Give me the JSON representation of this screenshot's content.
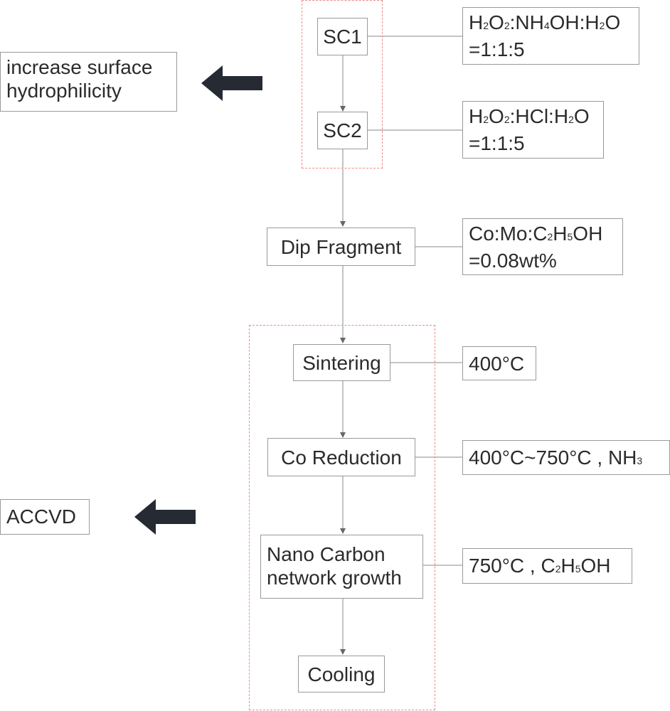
{
  "steps": {
    "sc1": "SC1",
    "sc2": "SC2",
    "dip": "Dip Fragment",
    "sintering": "Sintering",
    "co_reduction": "Co Reduction",
    "nano_line1": "Nano Carbon",
    "nano_line2": "network growth",
    "cooling": "Cooling"
  },
  "conditions": {
    "sc1_line1": {
      "a": "H",
      "b": "2",
      "c": "O",
      "d": "2",
      "e": ":NH",
      "f": "4",
      "g": "OH:H",
      "h": "2",
      "i": "O"
    },
    "sc1_line2": "=1:1:5",
    "sc2_line1": {
      "a": "H",
      "b": "2",
      "c": "O",
      "d": "2",
      "e": ":HCl:H",
      "f": "2",
      "g": "O"
    },
    "sc2_line2": "=1:1:5",
    "dip_line1": {
      "a": "Co:Mo:C",
      "b": "2",
      "c": "H",
      "d": "5",
      "e": "OH"
    },
    "dip_line2": "=0.08wt%",
    "sintering": "400°C",
    "co_reduction": {
      "a": "400°C~750°C , NH",
      "b": "3"
    },
    "nano": {
      "a": "750°C , C",
      "b": "2",
      "c": "H",
      "d": "5",
      "e": "OH"
    }
  },
  "side_labels": {
    "surface_line1": "increase surface",
    "surface_line2": "hydrophilicity",
    "accvd": "ACCVD"
  },
  "colors": {
    "dashed_group": "#f08a8a",
    "arrow": "#252a33",
    "box_border": "#9a9a9a"
  },
  "icons": [
    "left-arrow-icon",
    "left-arrow-icon"
  ]
}
